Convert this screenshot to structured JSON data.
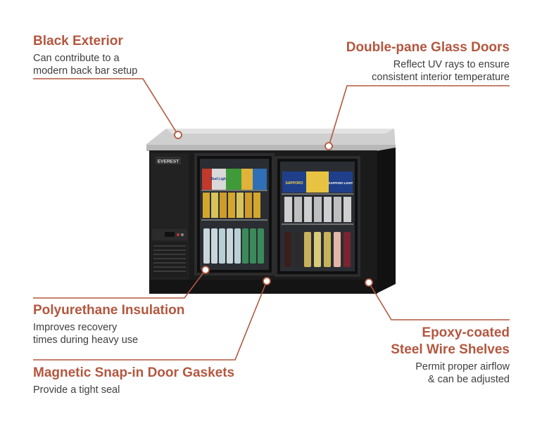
{
  "callouts": {
    "black_exterior": {
      "title": "Black Exterior",
      "line1": "Can contribute to a",
      "line2": "modern back bar setup"
    },
    "glass_doors": {
      "title": "Double-pane Glass Doors",
      "line1": "Reflect UV rays to ensure",
      "line2": "consistent interior temperature"
    },
    "insulation": {
      "title": "Polyurethane Insulation",
      "line1": "Improves recovery",
      "line2": "times during heavy use"
    },
    "shelves": {
      "title_line1": "Epoxy-coated",
      "title_line2": "Steel Wire Shelves",
      "line1": "Permit proper airflow",
      "line2": "& can be adjusted"
    },
    "gaskets": {
      "title": "Magnetic Snap-in Door Gaskets",
      "line1": "Provide a tight seal"
    }
  },
  "product": {
    "brand_badge": "EVEREST",
    "label_bud": "Bud Light",
    "label_sapporo": "SAPPORO",
    "label_sapporo_light": "SAPPORO LIGHT"
  },
  "colors": {
    "accent": "#b3573f",
    "body_text": "#3e3e3e",
    "cabinet": "#1a1a1a",
    "countertop": "#c8c8c8"
  }
}
